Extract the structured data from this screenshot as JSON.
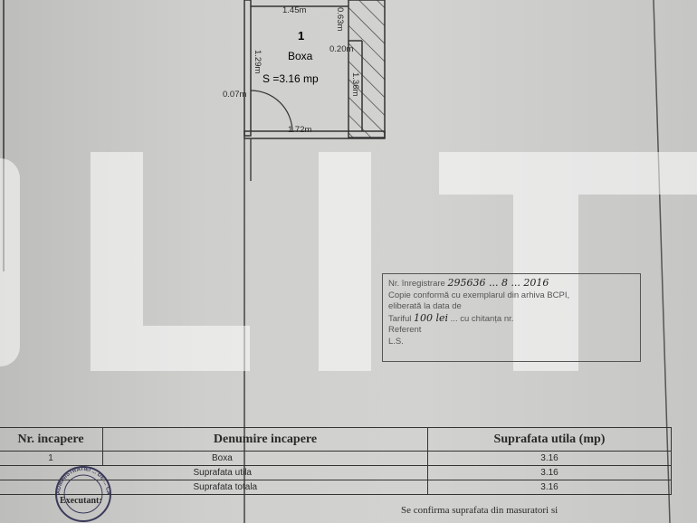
{
  "floor_plan": {
    "room_number": "1",
    "room_name": "Boxa",
    "area_label": "S =3.16 mp",
    "dimensions": [
      "1.45m",
      "1.29m",
      "0.63m",
      "0.20m",
      "1.36m",
      "0.07m",
      "1.72m"
    ]
  },
  "watermark": "BLIT",
  "stamp": {
    "line1": "Nr. înregistrare",
    "line1_hand": "295636 ... 8 ... 2016",
    "line2": "Copie conformă cu exemplarul din arhiva BCPI,",
    "line3": "eliberată la data de",
    "line4_label": "Tariful",
    "line4_hand": "100 lei",
    "line4_rest": "cu chitanța nr.",
    "line5": "Referent",
    "line6": "L.S."
  },
  "table": {
    "headers": [
      "Nr. incapere",
      "Denumire incapere",
      "Suprafata utila (mp)"
    ],
    "rows": [
      {
        "nr": "1",
        "name": "Boxa",
        "area": "3.16"
      }
    ],
    "summary": [
      {
        "label": "Suprafata utila",
        "value": "3.16"
      },
      {
        "label": "Suprafata totala",
        "value": "3.16"
      }
    ]
  },
  "seal": {
    "text": "ADMINISTRATIEI ... DE ... CADASTRU SI"
  },
  "executant_label": "Executant:",
  "confirm_text": "Se confirma suprafata din masuratori si"
}
